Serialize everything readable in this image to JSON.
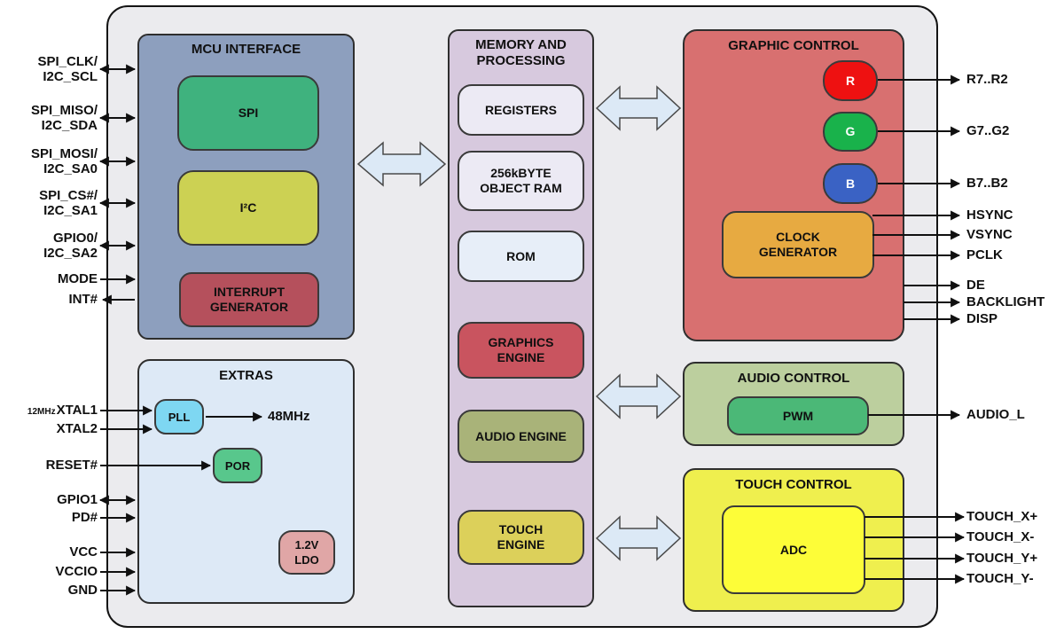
{
  "diagram": {
    "blocks": {
      "mcu": {
        "title": "MCU INTERFACE",
        "spi": "SPI",
        "i2c": "I²C",
        "interrupt_generator": "INTERRUPT\nGENERATOR"
      },
      "extras": {
        "title": "EXTRAS",
        "pll": "PLL",
        "pll_output": "48MHz",
        "por": "POR",
        "ldo": "1.2V\nLDO"
      },
      "memory": {
        "title": "MEMORY AND\nPROCESSING",
        "registers": "REGISTERS",
        "object_ram": "256kBYTE\nOBJECT RAM",
        "rom": "ROM",
        "graphics_engine": "GRAPHICS\nENGINE",
        "audio_engine": "AUDIO ENGINE",
        "touch_engine": "TOUCH\nENGINE"
      },
      "graphic_control": {
        "title": "GRAPHIC CONTROL",
        "r": "R",
        "g": "G",
        "b": "B",
        "clock_generator": "CLOCK\nGENERATOR"
      },
      "audio_control": {
        "title": "AUDIO CONTROL",
        "pwm": "PWM"
      },
      "touch_control": {
        "title": "TOUCH CONTROL",
        "adc": "ADC"
      }
    },
    "pins_left": [
      {
        "label": "SPI_CLK/\nI2C_SCL",
        "direction": "bidir"
      },
      {
        "label": "SPI_MISO/\nI2C_SDA",
        "direction": "bidir"
      },
      {
        "label": "SPI_MOSI/\nI2C_SA0",
        "direction": "bidir"
      },
      {
        "label": "SPI_CS#/\nI2C_SA1",
        "direction": "bidir"
      },
      {
        "label": "GPIO0/\nI2C_SA2",
        "direction": "bidir"
      },
      {
        "label": "MODE",
        "direction": "in"
      },
      {
        "label": "INT#",
        "direction": "out"
      },
      {
        "prefix": "12MHz",
        "label": "XTAL1",
        "direction": "in"
      },
      {
        "label": "XTAL2",
        "direction": "in"
      },
      {
        "label": "RESET#",
        "direction": "in"
      },
      {
        "label": "GPIO1",
        "direction": "bidir"
      },
      {
        "label": "PD#",
        "direction": "in"
      },
      {
        "label": "VCC",
        "direction": "in"
      },
      {
        "label": "VCCIO",
        "direction": "in"
      },
      {
        "label": "GND",
        "direction": "in"
      }
    ],
    "pins_right": [
      {
        "label": "R7..R2",
        "direction": "out"
      },
      {
        "label": "G7..G2",
        "direction": "out"
      },
      {
        "label": "B7..B2",
        "direction": "out"
      },
      {
        "label": "HSYNC",
        "direction": "out"
      },
      {
        "label": "VSYNC",
        "direction": "out"
      },
      {
        "label": "PCLK",
        "direction": "out"
      },
      {
        "label": "DE",
        "direction": "out"
      },
      {
        "label": "BACKLIGHT",
        "direction": "out"
      },
      {
        "label": "DISP",
        "direction": "out"
      },
      {
        "label": "AUDIO_L",
        "direction": "out"
      },
      {
        "label": "TOUCH_X+",
        "direction": "out"
      },
      {
        "label": "TOUCH_X-",
        "direction": "out"
      },
      {
        "label": "TOUCH_Y+",
        "direction": "out"
      },
      {
        "label": "TOUCH_Y-",
        "direction": "out"
      }
    ],
    "colors": {
      "chip_background": "#ebebee",
      "mcu_block": "#8d9fbe",
      "spi": "#3fb27e",
      "i2c": "#ccd153",
      "interrupt_generator": "#b5505c",
      "extras": "#dde9f6",
      "pll": "#7ed7f2",
      "por": "#58c78c",
      "ldo": "#e0a6a6",
      "memory": "#d7c9de",
      "registers": "#eceaf4",
      "rom": "#e7eef8",
      "graphics_engine": "#c9545f",
      "audio_engine": "#a9b379",
      "touch_engine": "#dcd05a",
      "graphic_control": "#d87070",
      "r": "#ee1111",
      "g": "#19b24b",
      "b": "#3a62c4",
      "clock_generator": "#e7aa41",
      "audio_control": "#bccf9e",
      "pwm": "#4bb877",
      "touch_control": "#efef4e",
      "adc": "#fdfd38",
      "bus_arrow": "#dce9f6"
    }
  }
}
